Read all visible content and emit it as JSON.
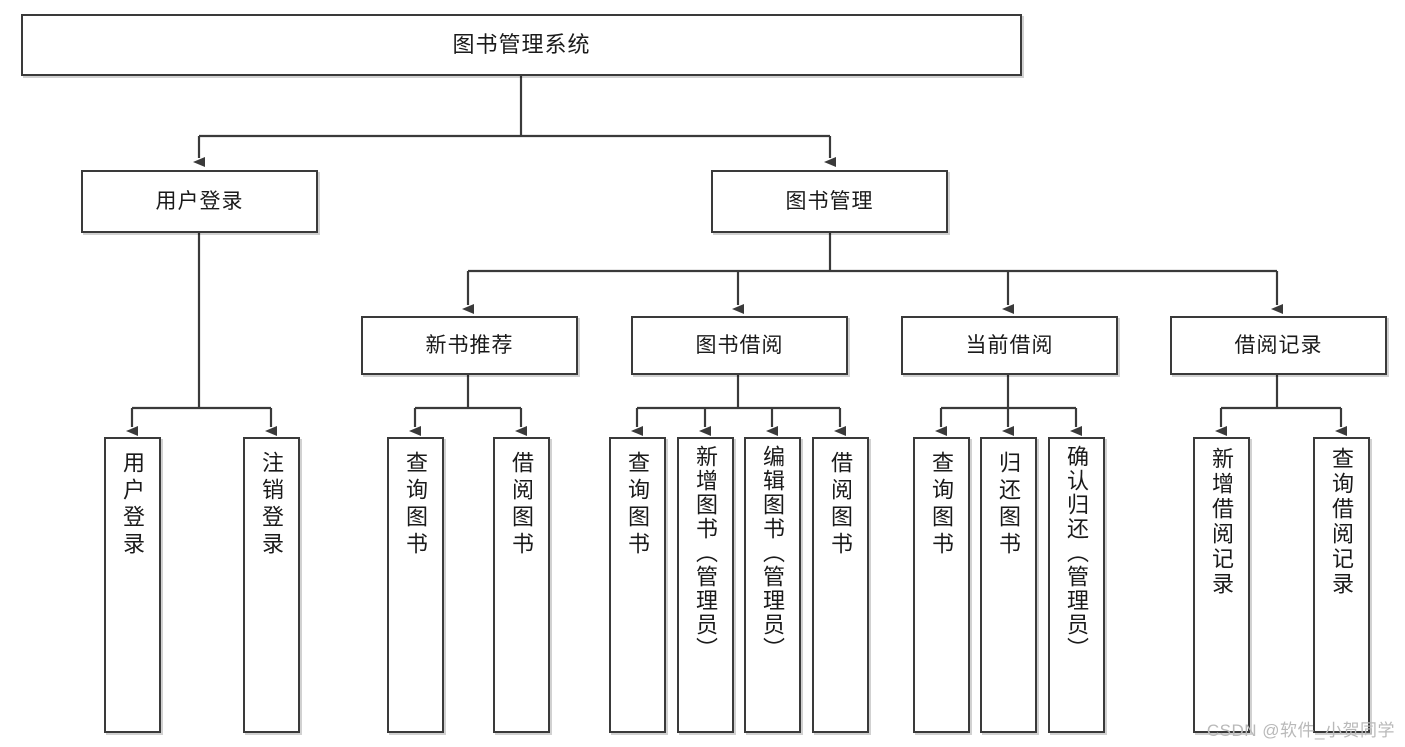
{
  "diagram": {
    "title": "图书管理系统",
    "watermark": "CSDN @软件_小贺同学",
    "type": "tree-hierarchy-diagram",
    "levels": {
      "root": {
        "label": "图书管理系统"
      },
      "level2": [
        {
          "id": "user-login",
          "label": "用户登录"
        },
        {
          "id": "book-management",
          "label": "图书管理"
        }
      ],
      "level3": [
        {
          "id": "new-book-recommend",
          "label": "新书推荐",
          "parent": "book-management"
        },
        {
          "id": "book-borrow",
          "label": "图书借阅",
          "parent": "book-management"
        },
        {
          "id": "current-borrow",
          "label": "当前借阅",
          "parent": "book-management"
        },
        {
          "id": "borrow-record",
          "label": "借阅记录",
          "parent": "book-management"
        }
      ],
      "leaves": [
        {
          "id": "leaf-user-login",
          "label": "用户登录",
          "parent": "user-login"
        },
        {
          "id": "leaf-logout-login",
          "label": "注销登录",
          "parent": "user-login"
        },
        {
          "id": "leaf-query-book-1",
          "label": "查询图书",
          "parent": "new-book-recommend"
        },
        {
          "id": "leaf-borrow-book-1",
          "label": "借阅图书",
          "parent": "new-book-recommend"
        },
        {
          "id": "leaf-query-book-2",
          "label": "查询图书",
          "parent": "book-borrow"
        },
        {
          "id": "leaf-add-book",
          "label": "新增图书（管理员）",
          "parent": "book-borrow"
        },
        {
          "id": "leaf-edit-book",
          "label": "编辑图书（管理员）",
          "parent": "book-borrow"
        },
        {
          "id": "leaf-borrow-book-2",
          "label": "借阅图书",
          "parent": "book-borrow"
        },
        {
          "id": "leaf-query-book-3",
          "label": "查询图书",
          "parent": "current-borrow"
        },
        {
          "id": "leaf-return-book",
          "label": "归还图书",
          "parent": "current-borrow"
        },
        {
          "id": "leaf-confirm-return",
          "label": "确认归还（管理员）",
          "parent": "current-borrow"
        },
        {
          "id": "leaf-add-record",
          "label": "新增借阅记录",
          "parent": "borrow-record"
        },
        {
          "id": "leaf-query-record",
          "label": "查询借阅记录",
          "parent": "borrow-record"
        }
      ]
    },
    "colors": {
      "stroke": "#3a3a3a",
      "background": "#ffffff",
      "text": "#1a1a1a",
      "watermark": "#b9b9b9"
    }
  }
}
